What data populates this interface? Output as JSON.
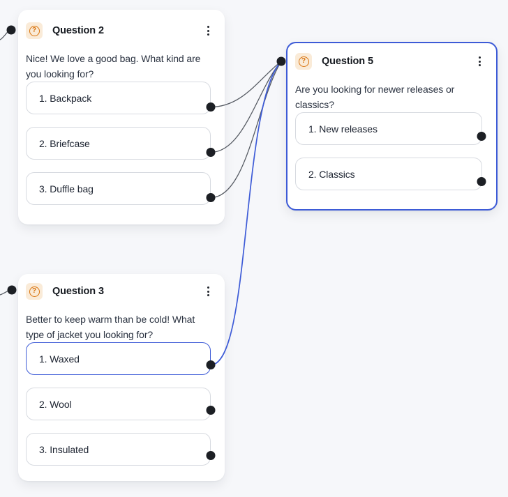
{
  "canvas": {
    "background_color": "#F6F7FA",
    "connector_color": "#565B63",
    "selected_connector_color": "#3D5BD7",
    "port_color": "#1C1F24",
    "icons": {
      "question_icon_glyph": "?",
      "menu_icon": "kebab-menu-icon"
    },
    "colors": {
      "selection_blue": "#3D5BD7",
      "icon_orange": "#D9730D",
      "icon_background": "#FAEBD8",
      "option_border": "#D7DAE0"
    }
  },
  "cards": {
    "question2": {
      "title": "Question 2",
      "body": "Nice! We love a good bag. What kind are you looking for?",
      "selected": false,
      "options": [
        {
          "label": "1. Backpack"
        },
        {
          "label": "2. Briefcase"
        },
        {
          "label": "3. Duffle bag"
        }
      ]
    },
    "question5": {
      "title": "Question 5",
      "body": "Are you looking for newer releases or classics?",
      "selected": true,
      "options": [
        {
          "label": "1. New releases"
        },
        {
          "label": "2. Classics"
        }
      ]
    },
    "question3": {
      "title": "Question 3",
      "body": "Better to keep warm than be cold! What type of jacket you looking for?",
      "selected": false,
      "options": [
        {
          "label": "1. Waxed",
          "selected": true
        },
        {
          "label": "2. Wool"
        },
        {
          "label": "3. Insulated"
        }
      ]
    }
  }
}
